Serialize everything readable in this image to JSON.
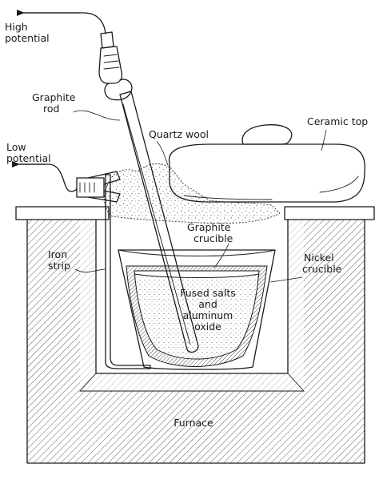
{
  "labels": {
    "high_potential_1": "High",
    "high_potential_2": "potential",
    "low_potential_1": "Low",
    "low_potential_2": "potential",
    "graphite_rod_1": "Graphite",
    "graphite_rod_2": "rod",
    "quartz_wool": "Quartz wool",
    "ceramic_top": "Ceramic top",
    "graphite_crucible_1": "Graphite",
    "graphite_crucible_2": "crucible",
    "iron_strip_1": "Iron",
    "iron_strip_2": "strip",
    "nickel_crucible_1": "Nickel",
    "nickel_crucible_2": "crucible",
    "fused_salts_1": "Fused salts",
    "fused_salts_2": "and",
    "fused_salts_3": "aluminum",
    "fused_salts_4": "oxide",
    "furnace": "Furnace"
  },
  "colors": {
    "ink": "#1a1a1a",
    "paper": "#ffffff"
  }
}
